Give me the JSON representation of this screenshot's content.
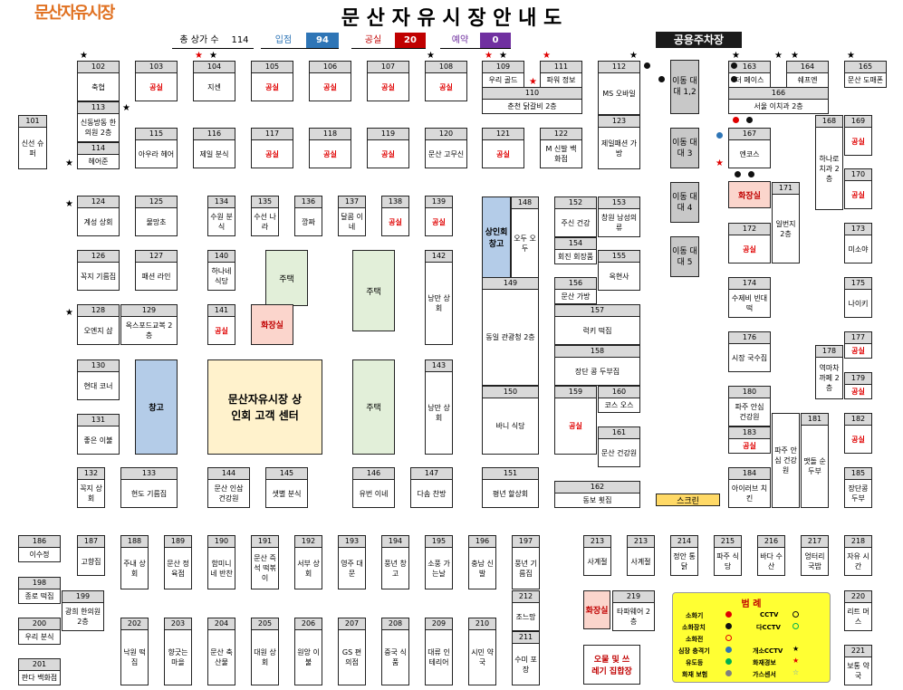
{
  "logo": "문산자유시장",
  "title": "문 산   자 유 시 장 안 내 도",
  "stats": {
    "total_label": "총 상가 수",
    "total": "114",
    "open_label": "입점",
    "open": "94",
    "vacant_label": "공실",
    "vacant": "20",
    "reserve_label": "예약",
    "reserve": "0",
    "open_color": "#2e75b6",
    "vacant_color": "#c00000",
    "reserve_color": "#7030a0"
  },
  "parking": "공용주차장",
  "cells": [
    {
      "n": "101",
      "t": "신선  슈퍼"
    },
    {
      "n": "102",
      "t": "축협"
    },
    {
      "n": "103",
      "t": "공실",
      "v": 1
    },
    {
      "n": "104",
      "t": "지센"
    },
    {
      "n": "105",
      "t": "공실",
      "v": 1
    },
    {
      "n": "106",
      "t": "공실",
      "v": 1
    },
    {
      "n": "107",
      "t": "공실",
      "v": 1
    },
    {
      "n": "108",
      "t": "공실",
      "v": 1
    },
    {
      "n": "109",
      "t": "우리  골드"
    },
    {
      "n": "111",
      "t": "파워 정보"
    },
    {
      "n": "110",
      "t": "춘천 닭갈비 2층"
    },
    {
      "n": "112",
      "t": "MS 오바일"
    },
    {
      "n": "113",
      "t": "신동방동 한의원 2층"
    },
    {
      "n": "114",
      "t": "헤어준"
    },
    {
      "n": "115",
      "t": "아우라 헤어"
    },
    {
      "n": "116",
      "t": "제일  분식"
    },
    {
      "n": "117",
      "t": "공실",
      "v": 1
    },
    {
      "n": "118",
      "t": "공실",
      "v": 1
    },
    {
      "n": "119",
      "t": "공실",
      "v": 1
    },
    {
      "n": "120",
      "t": "문산 고무신"
    },
    {
      "n": "121",
      "t": "공실",
      "v": 1
    },
    {
      "n": "122",
      "t": "M 신발 백화점"
    },
    {
      "n": "123",
      "t": "제일패션 가방"
    },
    {
      "n": "124",
      "t": "계성 상회"
    },
    {
      "n": "125",
      "t": "물망초"
    },
    {
      "n": "134",
      "t": "수원  분식"
    },
    {
      "n": "135",
      "t": "수선  나라"
    },
    {
      "n": "136",
      "t": "깡짜"
    },
    {
      "n": "137",
      "t": "달콤  이네"
    },
    {
      "n": "138",
      "t": "공실",
      "v": 1
    },
    {
      "n": "139",
      "t": "공실",
      "v": 1
    },
    {
      "n": "148",
      "t": "오두  오두"
    },
    {
      "n": "152",
      "t": "주신  건강"
    },
    {
      "n": "153",
      "t": "창원 남성의류"
    },
    {
      "n": "154",
      "t": "회진 회장품"
    },
    {
      "n": "155",
      "t": "옥현사"
    },
    {
      "n": "126",
      "t": "꼭지 기름집"
    },
    {
      "n": "127",
      "t": "패션 라인"
    },
    {
      "n": "140",
      "t": "하나네  식당"
    },
    {
      "n": "142",
      "t": "낭만  상회"
    },
    {
      "n": "149",
      "t": "동일 관광청  2층"
    },
    {
      "n": "156",
      "t": "문산  가방"
    },
    {
      "n": "128",
      "t": "오엔지 샵"
    },
    {
      "n": "129",
      "t": "옥스포드교복  2층"
    },
    {
      "n": "141",
      "t": "공실",
      "v": 1
    },
    {
      "n": "157",
      "t": "럭키  떡집"
    },
    {
      "n": "158",
      "t": "장단 콩 두부집"
    },
    {
      "n": "130",
      "t": "현대  코너"
    },
    {
      "n": "143",
      "t": "낭만  상회"
    },
    {
      "n": "150",
      "t": "바니  식당"
    },
    {
      "n": "159",
      "t": "공실",
      "v": 1
    },
    {
      "n": "160",
      "t": "코스  오스"
    },
    {
      "n": "161",
      "t": "문산  건강원"
    },
    {
      "n": "131",
      "t": "좋은  이불"
    },
    {
      "n": "132",
      "t": "꼭지  상회"
    },
    {
      "n": "133",
      "t": "현도 기름집"
    },
    {
      "n": "144",
      "t": "문산 인삼  건강원"
    },
    {
      "n": "145",
      "t": "샛별  분식"
    },
    {
      "n": "146",
      "t": "유번  이네"
    },
    {
      "n": "147",
      "t": "다솜  찬방"
    },
    {
      "n": "151",
      "t": "평년  할상회"
    },
    {
      "n": "162",
      "t": "동보  횟집"
    },
    {
      "n": "163",
      "t": "더 페이스"
    },
    {
      "n": "164",
      "t": "쉐프엔"
    },
    {
      "n": "165",
      "t": "문산 도매폰"
    },
    {
      "n": "166",
      "t": "서울 이치과 2층"
    },
    {
      "n": "167",
      "t": "엔코스"
    },
    {
      "n": "168",
      "t": "하나로  치과 2층"
    },
    {
      "n": "169",
      "t": "공실",
      "v": 1
    },
    {
      "n": "170",
      "t": "공실",
      "v": 1
    },
    {
      "n": "171",
      "t": "일번지  2층"
    },
    {
      "n": "172",
      "t": "공실",
      "v": 1
    },
    {
      "n": "173",
      "t": "미소야"
    },
    {
      "n": "174",
      "t": "수제비  빈대떡"
    },
    {
      "n": "175",
      "t": "나이키"
    },
    {
      "n": "176",
      "t": "시장  국수집"
    },
    {
      "n": "177",
      "t": "공실",
      "v": 1
    },
    {
      "n": "178",
      "t": "역마차  까페 2층"
    },
    {
      "n": "179",
      "t": "공실",
      "v": 1
    },
    {
      "n": "180",
      "t": "파주  안심  건강원"
    },
    {
      "n": "181",
      "t": "맷돌 순두부"
    },
    {
      "n": "182",
      "t": "공실",
      "v": 1
    },
    {
      "n": "183",
      "t": "공실",
      "v": 1
    },
    {
      "n": "184",
      "t": "아이러브  치킨"
    },
    {
      "n": "185",
      "t": "장단콩  두부"
    },
    {
      "n": "186",
      "t": "이수정"
    },
    {
      "n": "187",
      "t": "고향집"
    },
    {
      "n": "188",
      "t": "주내  상회"
    },
    {
      "n": "189",
      "t": "문산 정육점"
    },
    {
      "n": "190",
      "t": "함미니 네 반찬"
    },
    {
      "n": "191",
      "t": "문산 즉석 떡볶이"
    },
    {
      "n": "192",
      "t": "서부  상회"
    },
    {
      "n": "193",
      "t": "영주  대문"
    },
    {
      "n": "194",
      "t": "풍년  창고"
    },
    {
      "n": "195",
      "t": "소풍  가는날"
    },
    {
      "n": "196",
      "t": "충남  신발"
    },
    {
      "n": "197",
      "t": "풍년  기름집"
    },
    {
      "n": "198",
      "t": "종로  떡집"
    },
    {
      "n": "199",
      "t": "광희 한의원 2층"
    },
    {
      "n": "200",
      "t": "우리  분식"
    },
    {
      "n": "201",
      "t": "판다  백화점"
    },
    {
      "n": "202",
      "t": "낙원  떡집"
    },
    {
      "n": "203",
      "t": "향긋는  마을"
    },
    {
      "n": "204",
      "t": "문산  축산물"
    },
    {
      "n": "205",
      "t": "대원  상회"
    },
    {
      "n": "206",
      "t": "원앙  이불"
    },
    {
      "n": "207",
      "t": "GS 편의점"
    },
    {
      "n": "208",
      "t": "중국  식품"
    },
    {
      "n": "209",
      "t": "대류 인테리어"
    },
    {
      "n": "210",
      "t": "시민  약국"
    },
    {
      "n": "211",
      "t": "수미  포장"
    },
    {
      "n": "212",
      "t": "조느망"
    },
    {
      "n": "213",
      "t": "사계절"
    },
    {
      "n": "213b",
      "t": "사계절"
    },
    {
      "n": "214",
      "t": "정안  통닭"
    },
    {
      "n": "215",
      "t": "파주  식당"
    },
    {
      "n": "216",
      "t": "바다  수산"
    },
    {
      "n": "217",
      "t": "엉터리  국밥"
    },
    {
      "n": "218",
      "t": "자유  시간"
    },
    {
      "n": "219",
      "t": "타파웨어  2층"
    },
    {
      "n": "220",
      "t": "리트  머스"
    },
    {
      "n": "221",
      "t": "보통  약국"
    }
  ],
  "blocks": {
    "warehouse1": "창고",
    "merchant_warehouse": "상인회 창고",
    "housing": "주택",
    "restroom": "화장실",
    "center": "문산자유시장 상인회 고객 센터",
    "screen": "스크린",
    "trash": "오물 및 쓰레기 집합장"
  },
  "move": [
    "이동 대대 1,2",
    "이동 대대 3",
    "이동 대대 4",
    "이동 대대 5"
  ],
  "legend": {
    "title": "범   례",
    "fire": "소화기",
    "fire_dev": "소화장치",
    "hydrant": "소화전",
    "alarm": "심장 충격기",
    "sprinkler": "유도등",
    "firebell": "화재 보험",
    "cctv": "CCTV",
    "dcctv": "다CCTV",
    "open": "개소CCTV",
    "fire_alarm": "화재경보",
    "gas": "가스센서"
  },
  "colors": {
    "vacant": "#e00000",
    "blue_block": "#b4cce8",
    "yellow_block": "#fff2cc",
    "green_block": "#e2efd9",
    "pink_block": "#fbd5cc",
    "gray": "#d9d9d9"
  }
}
